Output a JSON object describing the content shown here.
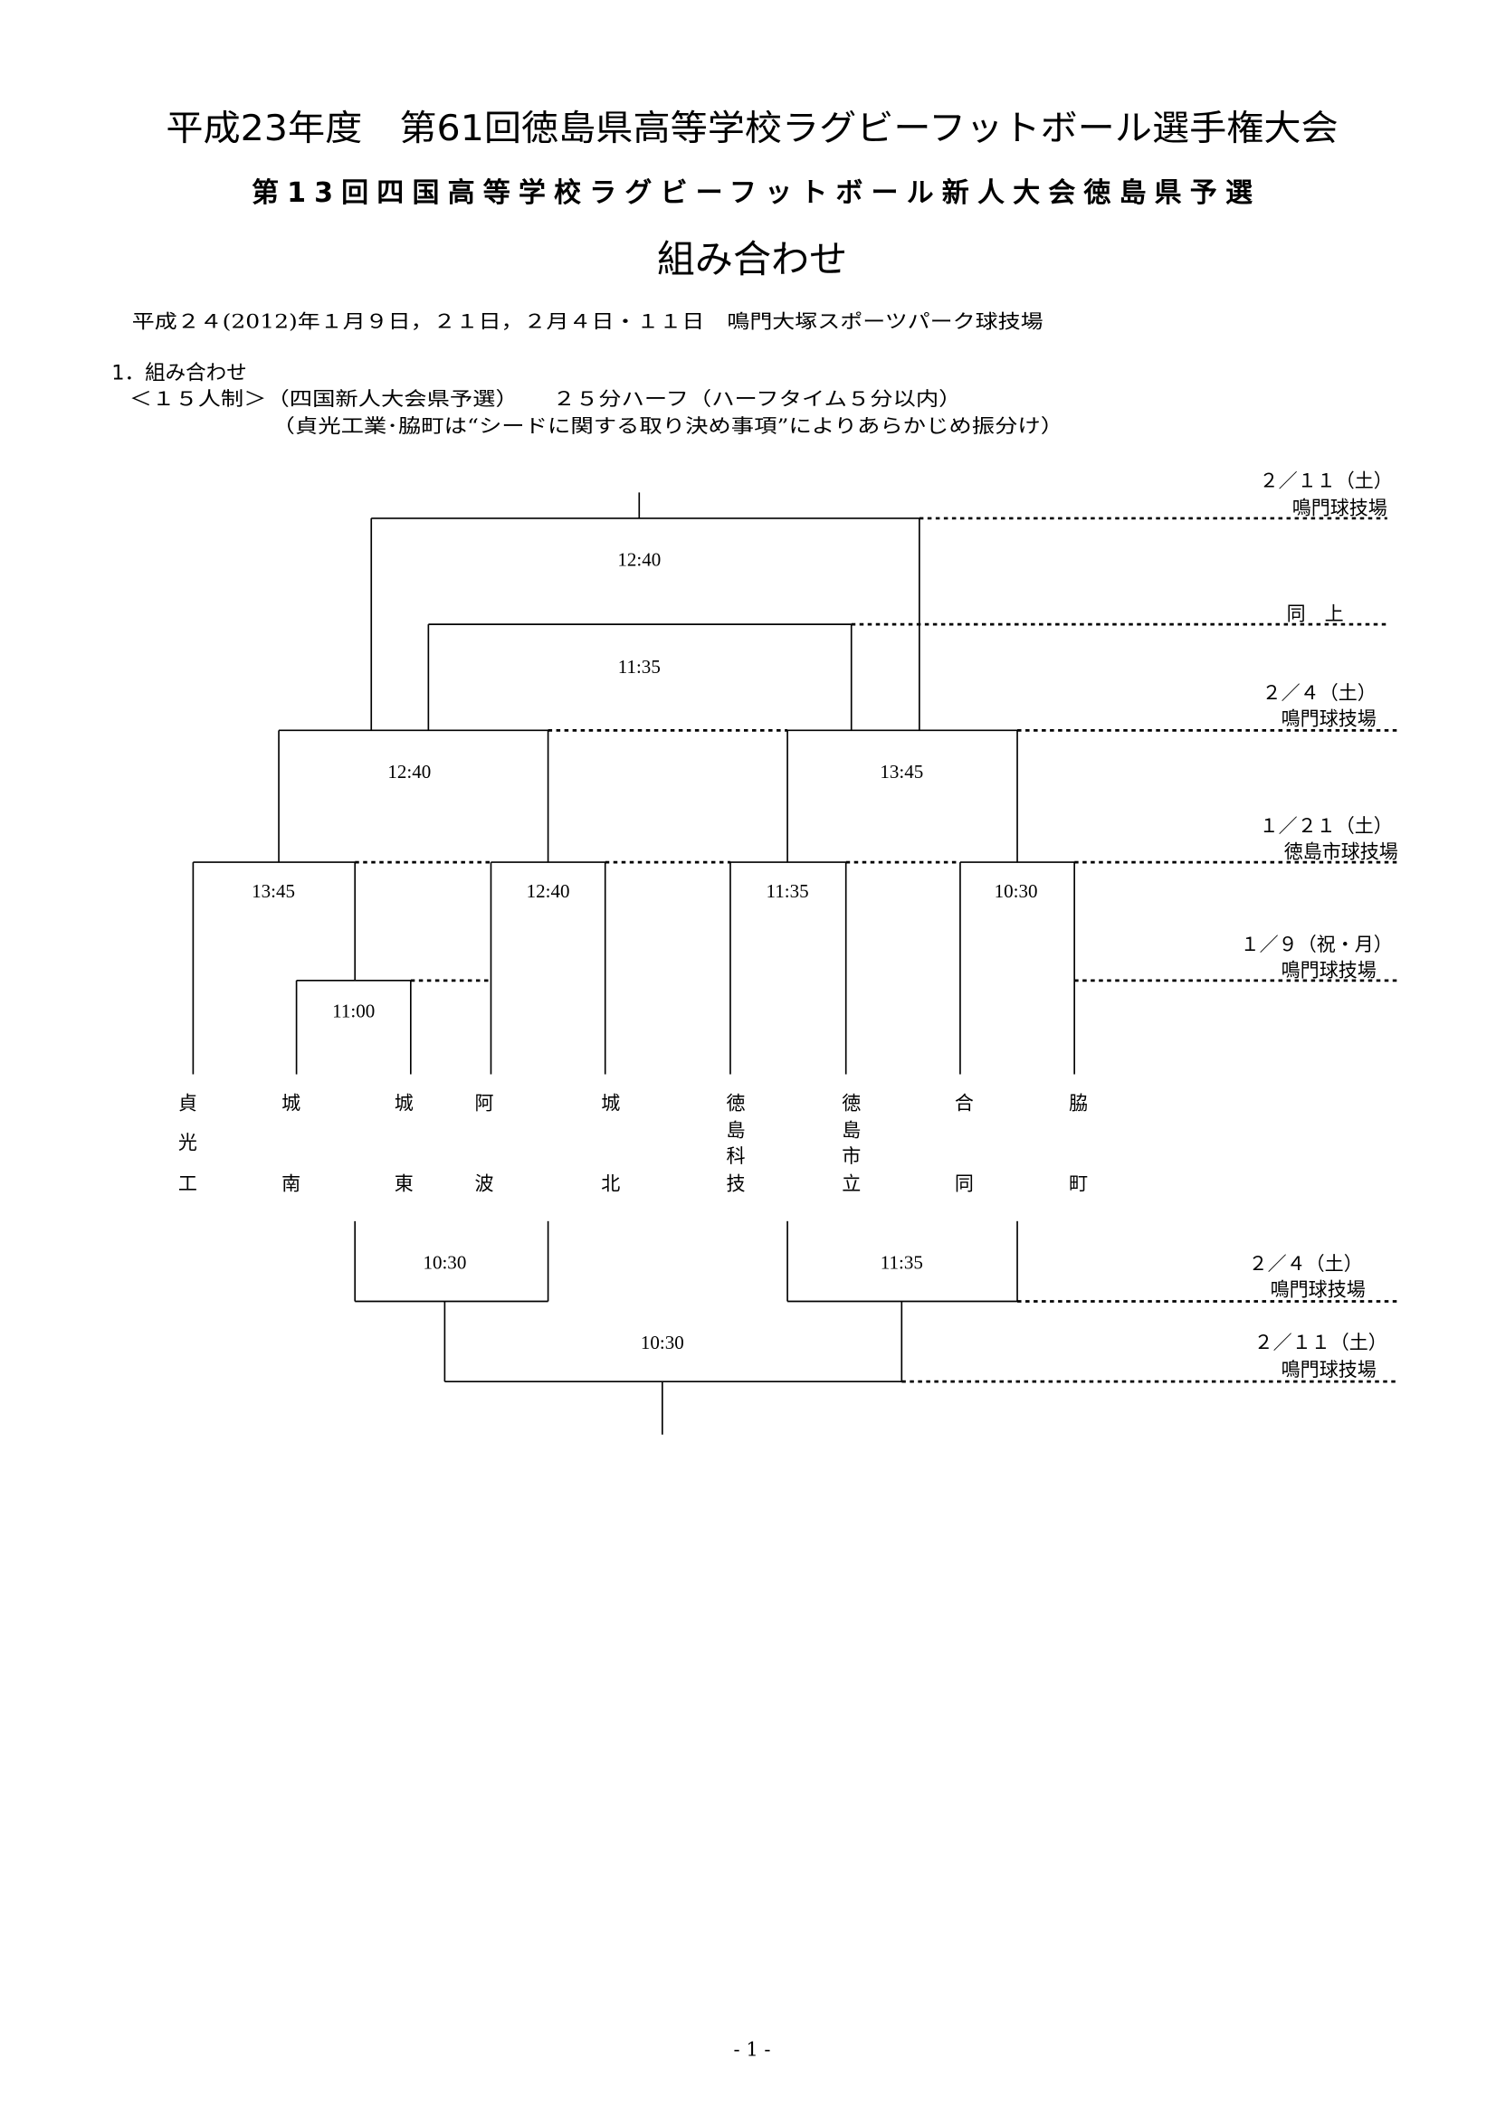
{
  "header": {
    "title": "平成23年度　第61回徳島県高等学校ラグビーフットボール選手権大会",
    "subtitle": "第13回四国高等学校ラグビーフットボール新人大会徳島県予選",
    "heading": "組み合わせ",
    "dates_venue": "平成２４(2012)年１月９日，２１日，２月４日・１１日　鳴門大塚スポーツパーク球技場"
  },
  "section": {
    "title": "1．組み合わせ",
    "rule_line": "＜１５人制＞（四国新人大会県予選）　　２５分ハーフ（ハーフタイム５分以内）",
    "seed_note": "（貞光工業･脇町は“シードに関する取り決め事項”によりあらかじめ振分け）"
  },
  "rounds": [
    {
      "date": "２／１１（土）",
      "venue": "鳴門球技場"
    },
    {
      "date": "同　上",
      "venue": ""
    },
    {
      "date": "２／４（土）",
      "venue": "鳴門球技場"
    },
    {
      "date": "１／２１（土）",
      "venue": "徳島市球技場"
    },
    {
      "date": "１／９（祝・月）",
      "venue": "鳴門球技場"
    },
    {
      "date": "２／４（土）",
      "venue": "鳴門球技場"
    },
    {
      "date": "２／１１（土）",
      "venue": "鳴門球技場"
    }
  ],
  "match_times": {
    "final": "12:40",
    "third_place": "11:35",
    "semi_left": "12:40",
    "semi_right": "13:45",
    "qf1": "13:45",
    "qf2": "12:40",
    "qf3": "11:35",
    "qf4": "10:30",
    "first_round": "11:00",
    "consolation_left": "10:30",
    "consolation_right": "11:35",
    "consolation_final": "10:30"
  },
  "teams": [
    [
      "貞",
      "光",
      "工"
    ],
    [
      "城",
      "南"
    ],
    [
      "城",
      "東"
    ],
    [
      "阿",
      "波"
    ],
    [
      "城",
      "北"
    ],
    [
      "徳",
      "島",
      "科",
      "技"
    ],
    [
      "徳",
      "島",
      "市",
      "立"
    ],
    [
      "合",
      "同"
    ],
    [
      "脇",
      "町"
    ]
  ],
  "page_number": "- 1 -"
}
